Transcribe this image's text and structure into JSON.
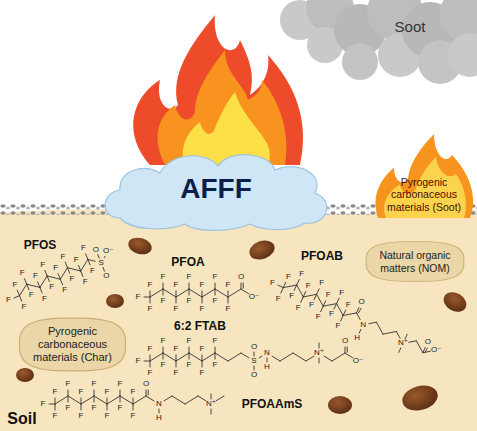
{
  "diagram": {
    "nodes": [
      {
        "text": [
          "AFFF"
        ]
      },
      {
        "text": [
          "Pyrogenic carbonaceous materials (Soot)"
        ]
      },
      {
        "text": [
          "Natural organic matters (NOM)"
        ]
      },
      {
        "text": [
          "Pyrogenic carbonaceous materials (Char)"
        ]
      }
    ],
    "labels": [
      "Soot",
      "PFOS",
      "F",
      "F",
      "F",
      "F",
      "F",
      "F",
      "F",
      "F",
      "F",
      "F",
      "F",
      "F",
      "F",
      "F",
      "F",
      "F",
      "F",
      "S",
      "O",
      "O",
      "O⁻",
      "PFOA",
      "F",
      "F",
      "F",
      "F",
      "F",
      "F",
      "F",
      "F",
      "F",
      "F",
      "F",
      "F",
      "F",
      "F",
      "F",
      "O",
      "O⁻",
      "6:2 FTAB",
      "F",
      "F",
      "F",
      "F",
      "F",
      "F",
      "F",
      "F",
      "F",
      "F",
      "F",
      "F",
      "F",
      "S",
      "O",
      "O",
      "N",
      "H",
      "N⁺",
      "O",
      "O⁻",
      "PFOAB",
      "F",
      "F",
      "F",
      "F",
      "F",
      "F",
      "F",
      "F",
      "F",
      "F",
      "F",
      "F",
      "F",
      "F",
      "F",
      "O",
      "N",
      "H",
      "N⁺",
      "O",
      "O⁻",
      "PFOAAmS",
      "F",
      "F",
      "F",
      "F",
      "F",
      "F",
      "F",
      "F",
      "F",
      "F",
      "F",
      "F",
      "F",
      "F",
      "F",
      "O",
      "N",
      "H",
      "N⁺",
      "Soil"
    ]
  }
}
